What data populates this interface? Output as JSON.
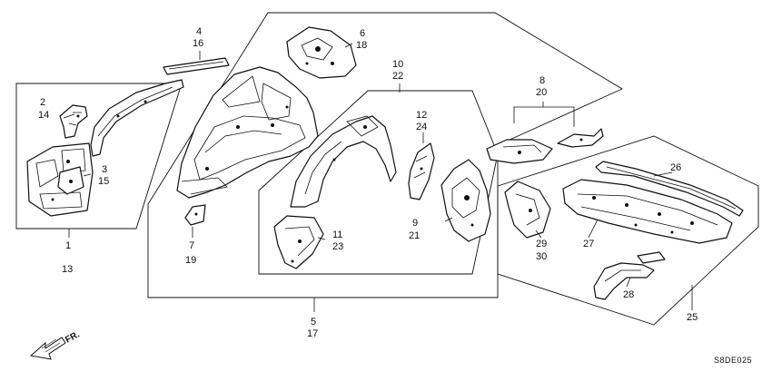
{
  "diagram": {
    "callouts": {
      "c1": "1",
      "c13": "13",
      "c2": "2",
      "c14": "14",
      "c3": "3",
      "c15": "15",
      "c4": "4",
      "c16": "16",
      "c5": "5",
      "c17": "17",
      "c6": "6",
      "c18": "18",
      "c7": "7",
      "c19": "19",
      "c8": "8",
      "c20": "20",
      "c9": "9",
      "c21": "21",
      "c10": "10",
      "c22": "22",
      "c11": "11",
      "c23": "23",
      "c12": "12",
      "c24": "24",
      "c25": "25",
      "c26": "26",
      "c27": "27",
      "c28": "28",
      "c29": "29",
      "c30": "30"
    },
    "front_arrow_label": "FR.",
    "diagram_code": "S8DE025"
  }
}
